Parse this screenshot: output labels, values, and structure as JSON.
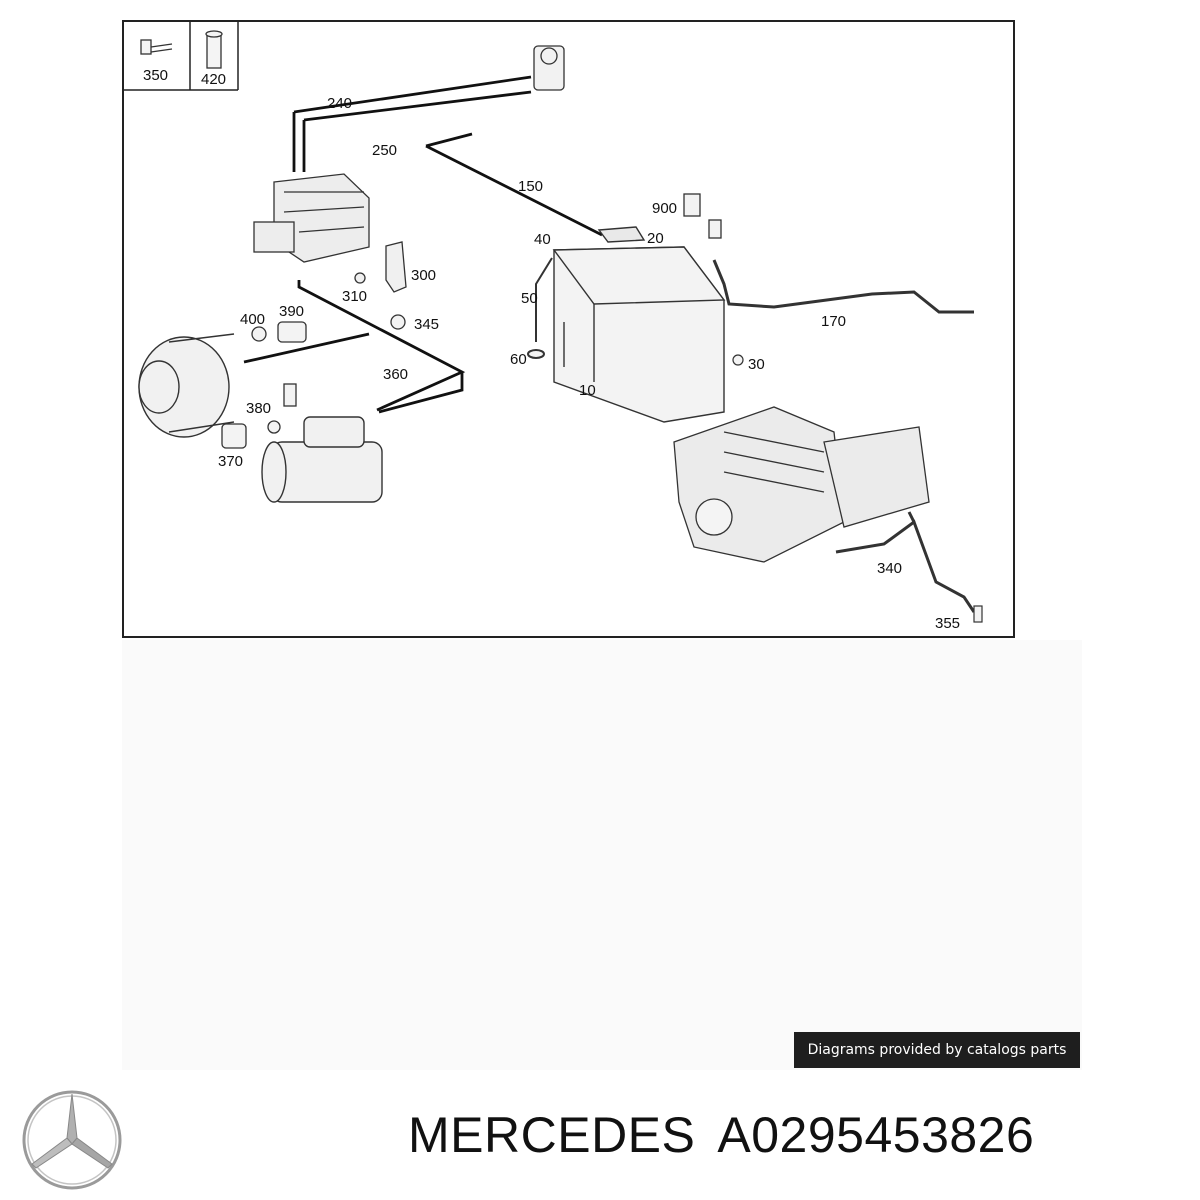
{
  "diagram": {
    "callouts": {
      "c350": "350",
      "c420": "420",
      "c240": "240",
      "c250": "250",
      "c150": "150",
      "c900": "900",
      "c40": "40",
      "c20": "20",
      "c300": "300",
      "c310": "310",
      "c50": "50",
      "c170": "170",
      "c400": "400",
      "c390": "390",
      "c345": "345",
      "c60": "60",
      "c30": "30",
      "c360": "360",
      "c10": "10",
      "c380": "380",
      "c370": "370",
      "c340": "340",
      "c355": "355"
    }
  },
  "credit": "Diagrams provided by catalogs parts",
  "footer": {
    "brand": "MERCEDES",
    "part_number": "A0295453826"
  },
  "logo": {
    "icon": "three-pointed-star-icon",
    "color": "#9a9a9a"
  }
}
